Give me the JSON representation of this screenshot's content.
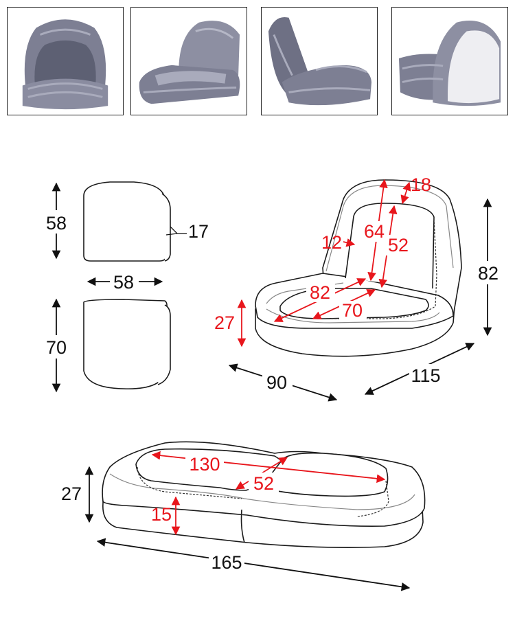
{
  "colors": {
    "fur": "#7d7f93",
    "fur_dark": "#5d6073",
    "fur_light": "#a9abbc",
    "lining": "#eeeef2",
    "dimension_red": "#e8161c",
    "dimension_black": "#111111"
  },
  "photos": [
    {
      "view": "front"
    },
    {
      "view": "front-left"
    },
    {
      "view": "side"
    },
    {
      "view": "back"
    }
  ],
  "side_view": {
    "height": "58",
    "thickness": "17",
    "width": "58"
  },
  "top_view": {
    "length": "70"
  },
  "chair": {
    "back_top": "18",
    "back_edge": "12",
    "back_outer": "64",
    "back_inner": "52",
    "height": "82",
    "seat_outer": "82",
    "seat_inner": "70",
    "seat_height": "27",
    "width": "90",
    "depth": "115"
  },
  "flat": {
    "cushion_length": "130",
    "cushion_width": "52",
    "height": "27",
    "base_height": "15",
    "length": "165"
  }
}
